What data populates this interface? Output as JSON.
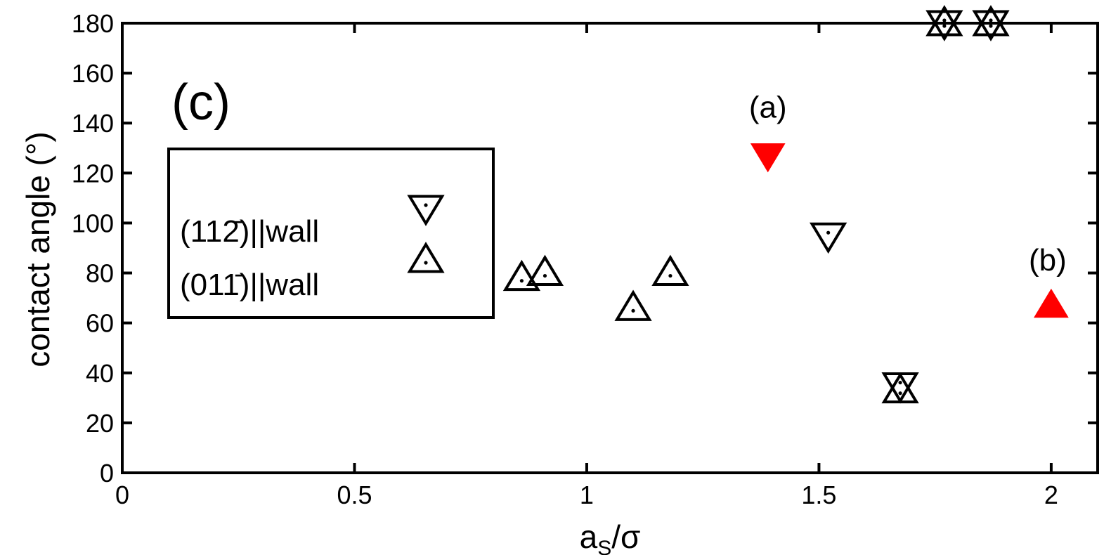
{
  "chart_data": {
    "type": "scatter",
    "panel_label": "(c)",
    "xlabel": "a",
    "xlabel_sub": "S",
    "xlabel_tail": "/σ",
    "ylabel": "contact angle (°)",
    "xlim": [
      0,
      2.1
    ],
    "ylim": [
      0,
      180
    ],
    "xticks": [
      0,
      0.5,
      1,
      1.5,
      2
    ],
    "xtick_labels": [
      "0",
      "0.5",
      "1",
      "1.5",
      "2"
    ],
    "yticks": [
      0,
      20,
      40,
      60,
      80,
      100,
      120,
      140,
      160,
      180
    ],
    "ytick_labels": [
      "0",
      "20",
      "40",
      "60",
      "80",
      "100",
      "120",
      "140",
      "160",
      "180"
    ],
    "legend_position": "upper-left",
    "series": [
      {
        "name": "(112̄)||wall",
        "marker": "triangle-down",
        "x": [
          1.52,
          1.675,
          1.77,
          1.87
        ],
        "y": [
          95,
          35,
          180,
          180
        ]
      },
      {
        "name": "(011̄)||wall",
        "marker": "triangle-up",
        "x": [
          0.86,
          0.91,
          1.1,
          1.18,
          1.675,
          1.77,
          1.87
        ],
        "y": [
          78,
          80,
          66,
          80,
          33,
          180,
          180
        ]
      }
    ],
    "highlighted": [
      {
        "label": "(a)",
        "marker": "triangle-down",
        "color": "#ff0000",
        "x": 1.39,
        "y": 127
      },
      {
        "label": "(b)",
        "marker": "triangle-up",
        "color": "#ff0000",
        "x": 2.0,
        "y": 67
      }
    ],
    "colors": {
      "axis": "#000000",
      "marker": "#000000",
      "highlight": "#ff0000"
    }
  }
}
